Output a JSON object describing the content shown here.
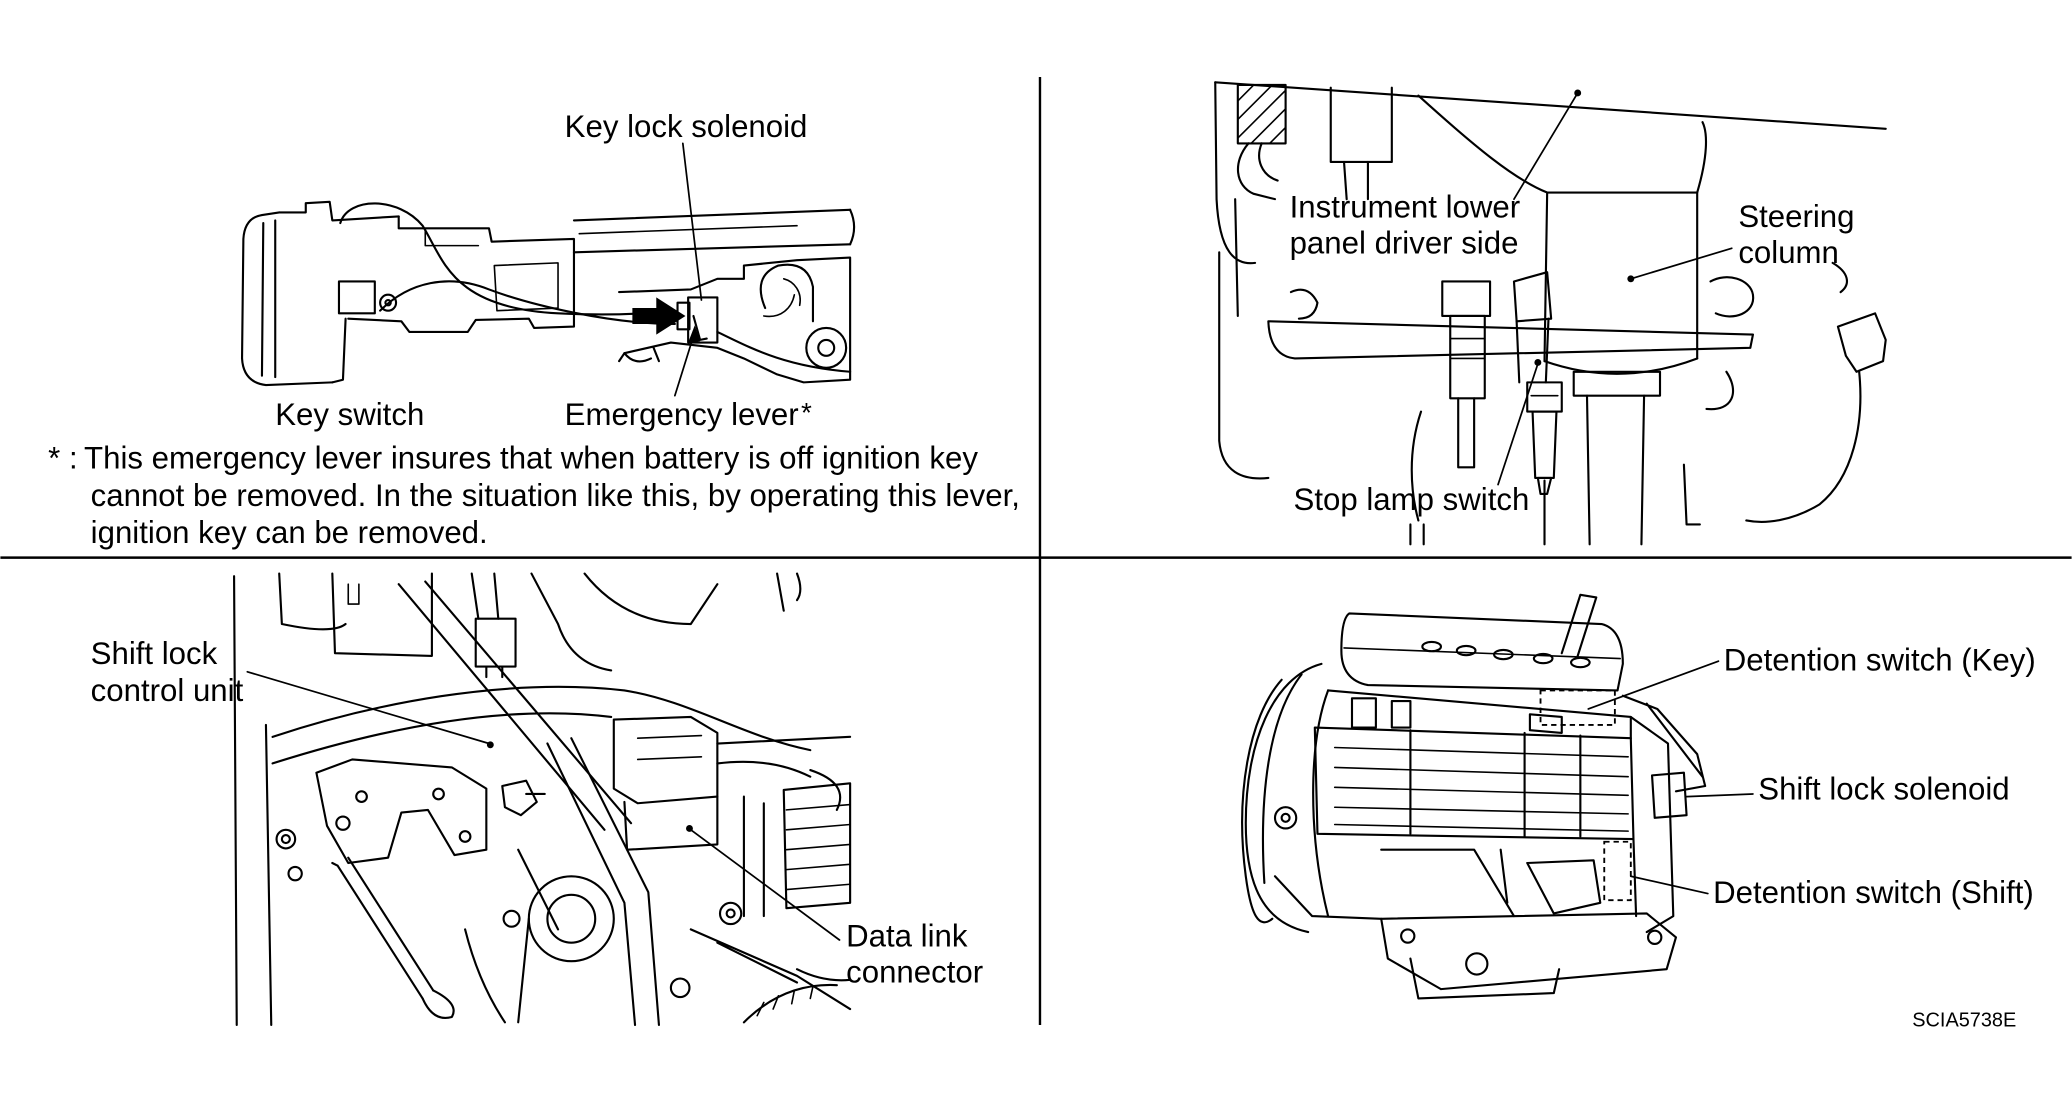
{
  "figure_code": "SCIA5738E",
  "colors": {
    "ink": "#000000",
    "background": "#ffffff"
  },
  "panels": {
    "key_lock": {
      "key_lock_solenoid": "Key lock solenoid",
      "key_switch": "Key switch",
      "emergency_lever": "Emergency lever",
      "emergency_lever_mark": "*",
      "note": {
        "prefix": "* :",
        "lines": [
          "This emergency lever insures that when battery is off ignition key",
          "cannot be removed. In the situation like this, by operating this lever,",
          "ignition key can be removed."
        ]
      }
    },
    "stop_lamp": {
      "instrument_lower_panel": [
        "Instrument lower",
        "panel driver side"
      ],
      "steering_column": [
        "Steering",
        "column"
      ],
      "stop_lamp_switch": "Stop lamp switch"
    },
    "control_unit": {
      "shift_lock_control_unit": [
        "Shift lock",
        "control unit"
      ],
      "data_link_connector": [
        "Data link",
        "connector"
      ]
    },
    "shift_lever": {
      "detention_switch_key": "Detention switch (Key)",
      "shift_lock_solenoid": "Shift lock solenoid",
      "detention_switch_shift": "Detention switch (Shift)"
    }
  }
}
